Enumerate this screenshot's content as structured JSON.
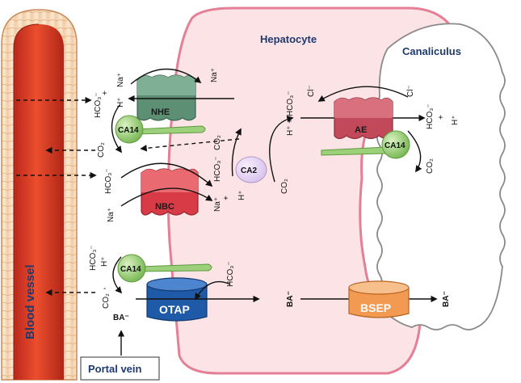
{
  "labels": {
    "hepatocyte": "Hepatocyte",
    "canaliculus": "Canaliculus",
    "blood_vessel": "Blood vessel",
    "portal_vein": "Portal vein"
  },
  "proteins": {
    "nhe": "NHE",
    "nbc": "NBC",
    "otap": "OTAP",
    "ae": "AE",
    "bsep": "BSEP"
  },
  "enzymes": {
    "ca14_top": "CA14",
    "ca14_bottom": "CA14",
    "ca14_right": "CA14",
    "ca2": "CA2"
  },
  "ions": {
    "nhe_na_in": "Na⁺",
    "nhe_na_out": "Na⁺",
    "nhe_h": "H⁺",
    "nhe_hco3": "HCO₃⁻",
    "nhe_plus": "+",
    "ca14_co2_left": "CO₂",
    "co2_cell": "CO₂",
    "nbc_hco3_in": "HCO₃⁻",
    "nbc_na_in": "Na⁺",
    "nbc_hco3_out": "HCO₃⁻",
    "nbc_plus": "+",
    "nbc_h": "H⁺",
    "nbc_na_out": "Na⁺",
    "ca2_co2": "CO₂",
    "hco3_h_mid": "H⁺ + HCO₃⁻",
    "ae_cl_left": "Cl⁻",
    "ae_cl_right": "Cl⁻",
    "ae_h": "H⁺",
    "ae_plus": "+",
    "ae_hco3": "HCO₃⁻",
    "ae_co2": "CO₂",
    "bot_h": "H⁺",
    "bot_hco3": "HCO₃⁻",
    "bot_minus": "-",
    "bot_co2": "CO₂",
    "bot_ba": "BA⁻",
    "otap_hco3": "HCO₃⁻",
    "bsep_ba_in": "BA⁻",
    "bsep_ba_out": "BA⁻"
  },
  "colors": {
    "cell_fill": "#fbe3e6",
    "cell_stroke": "#e47f95",
    "vessel_red": "#e0442a",
    "vessel_wall": "#f5d9b5",
    "nhe": "#5d8f74",
    "nbc": "#d83a46",
    "otap": "#1f5aa8",
    "ae": "#c2495a",
    "bsep": "#f39a52",
    "ca14": "#9dd07a",
    "ca2": "#e9d7f5",
    "title": "#1f3a6e"
  }
}
